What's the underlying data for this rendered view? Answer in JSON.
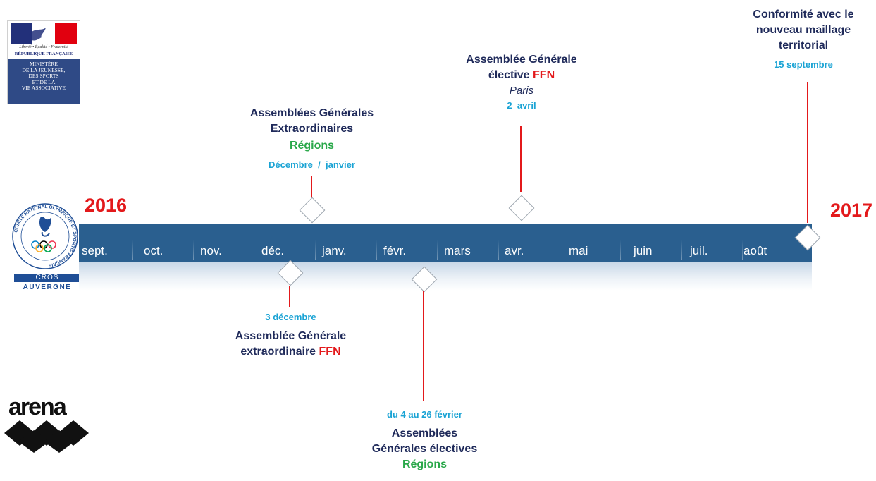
{
  "logos": {
    "marianne_motto": "Liberté • Égalité • Fraternité",
    "marianne_republic": "RÉPUBLIQUE FRANÇAISE",
    "ministry": [
      "MINISTÈRE",
      "DE LA JEUNESSE,",
      "DES SPORTS",
      "ET DE LA",
      "VIE ASSOCIATIVE"
    ],
    "cnosf_ring_text": "COMITÉ NATIONAL OLYMPIQUE ET SPORTIF FRANÇAIS",
    "cros_line1": "CROS",
    "cros_line2": "AUVERGNE",
    "arena": "arena"
  },
  "timeline": {
    "year_start": "2016",
    "year_end": "2017",
    "months": [
      "sept.",
      "oct.",
      "nov.",
      "déc.",
      "janv.",
      "févr.",
      "mars",
      "avr.",
      "mai",
      "juin",
      "juil.",
      "août"
    ],
    "band_color": "#2a5f8f",
    "accent_red": "#e3191b",
    "accent_cyan": "#1aa3d4",
    "accent_green": "#2aa84a",
    "text_navy": "#1f2a5a"
  },
  "events": {
    "ag_extra_regions": {
      "line1": "Assemblées Générales",
      "line2": "Extraordinaires",
      "region": "Régions",
      "date_a": "Décembre",
      "date_sep": "/",
      "date_b": "janvier"
    },
    "ag_elective_ffn": {
      "line1": "Assemblée Générale",
      "line2": "élective",
      "org": "FFN",
      "place": "Paris",
      "date": "2  avril"
    },
    "conformite": {
      "line1": "Conformité avec le",
      "line2": "nouveau maillage",
      "line3": "territorial",
      "date": "15 septembre"
    },
    "ag_extra_ffn": {
      "date": "3 décembre",
      "line1": "Assemblée Générale",
      "line2": "extraordinaire",
      "org": "FFN"
    },
    "ag_elective_regions": {
      "date": "du 4 au 26 février",
      "line1": "Assemblées",
      "line2": "Générales électives",
      "region": "Régions"
    }
  }
}
